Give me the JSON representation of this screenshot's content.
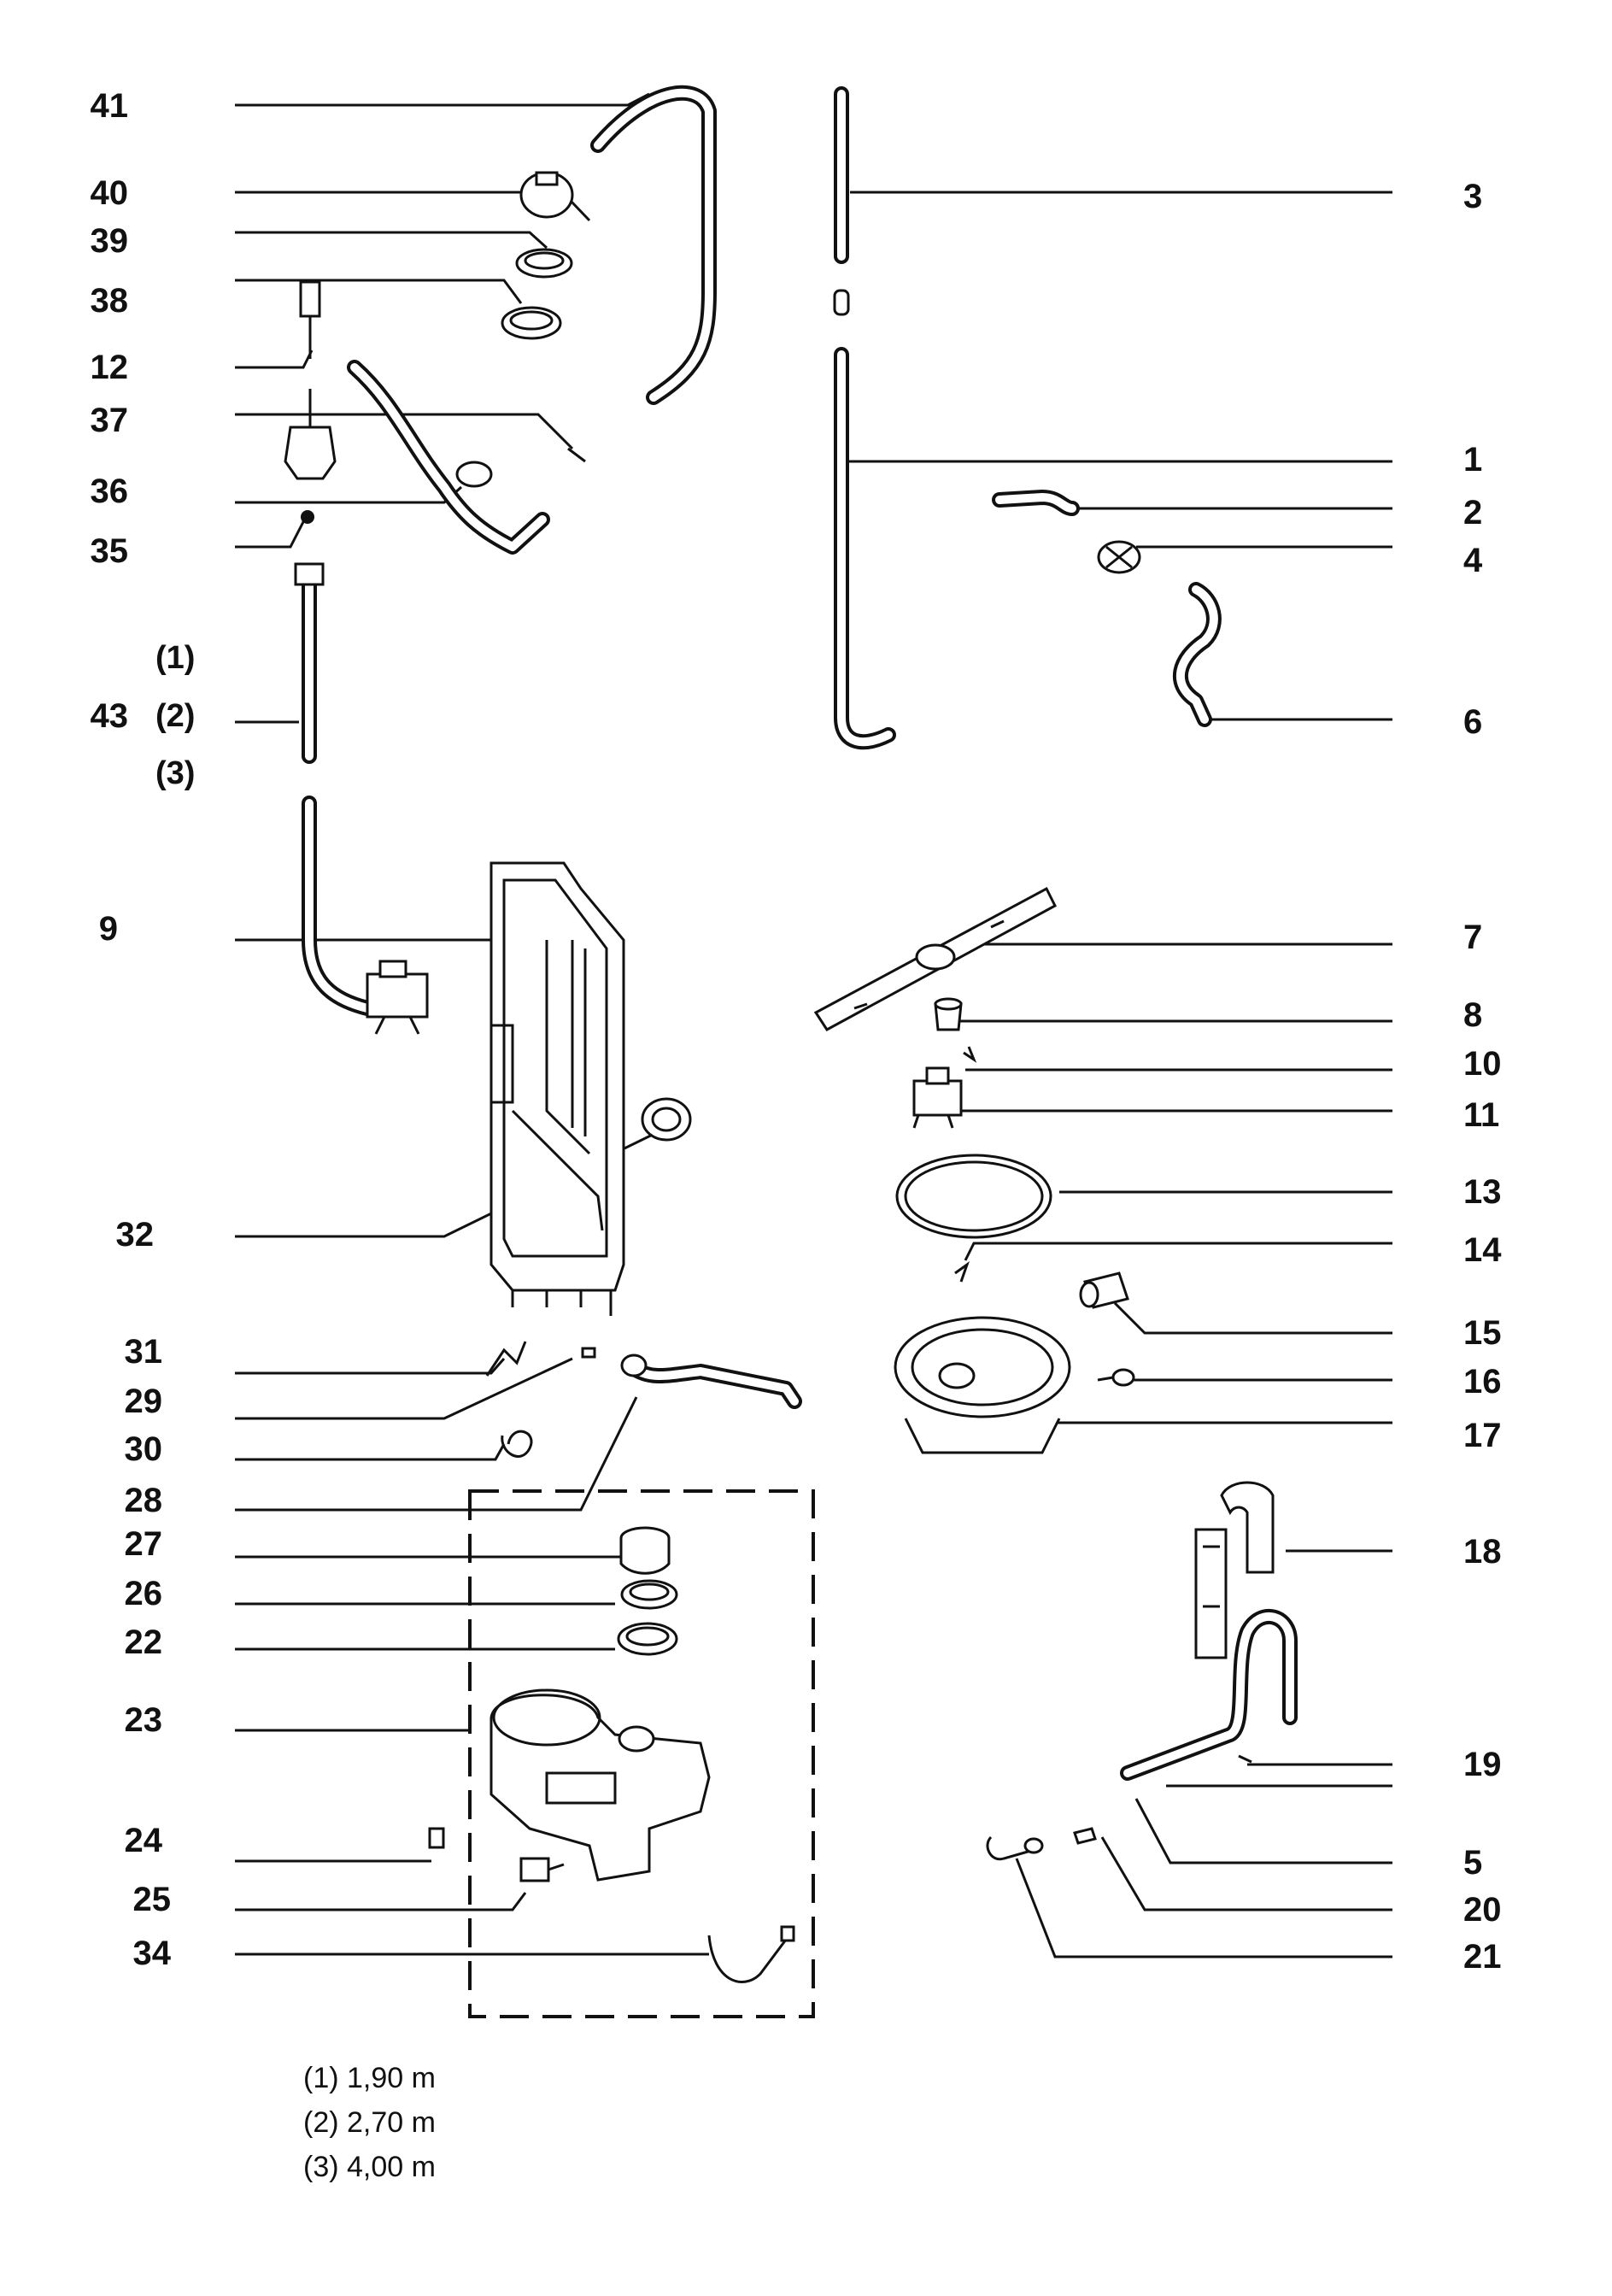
{
  "labels": {
    "n41": "41",
    "n40": "40",
    "n39": "39",
    "n38": "38",
    "n12": "12",
    "n37": "37",
    "n36": "36",
    "n35": "35",
    "n43": "43",
    "n9": "9",
    "n32": "32",
    "n31": "31",
    "n29": "29",
    "n30": "30",
    "n28": "28",
    "n27": "27",
    "n26": "26",
    "n22": "22",
    "n23": "23",
    "n24": "24",
    "n25": "25",
    "n34": "34",
    "n3": "3",
    "n1": "1",
    "n2": "2",
    "n4": "4",
    "n6": "6",
    "n7": "7",
    "n8": "8",
    "n10": "10",
    "n11": "11",
    "n13": "13",
    "n14": "14",
    "n15": "15",
    "n16": "16",
    "n17": "17",
    "n18": "18",
    "n19": "19",
    "n5": "5",
    "n20": "20",
    "n21": "21"
  },
  "hose_variants": [
    "(1)",
    "(2)",
    "(3)"
  ],
  "notes": [
    "(1) 1,90 m",
    "(2) 2,70 m",
    "(3) 4,00 m"
  ]
}
